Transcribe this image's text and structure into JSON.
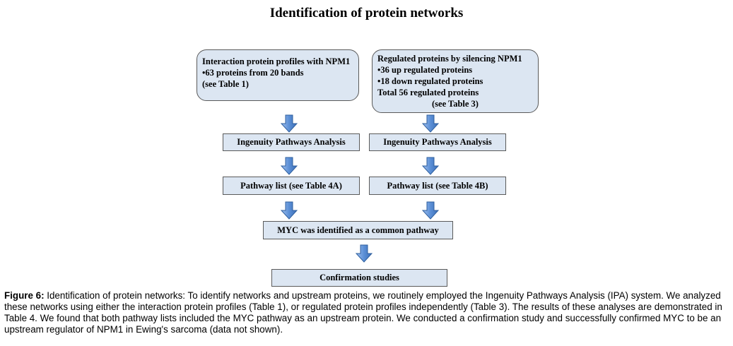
{
  "title": "Identification of protein networks",
  "left_profile": {
    "lines": [
      "Interaction protein profiles with NPM1",
      "•63 proteins from 20 bands",
      "(see Table 1)"
    ]
  },
  "right_profile": {
    "lines": [
      "Regulated proteins by silencing  NPM1",
      "•36 up regulated proteins",
      "•18 down regulated proteins",
      "Total 56 regulated proteins",
      "(see Table 3)"
    ]
  },
  "left_ipa": "Ingenuity Pathways Analysis",
  "right_ipa": "Ingenuity Pathways Analysis",
  "left_pathway": "Pathway list  (see Table 4A)",
  "right_pathway": "Pathway list  (see Table 4B)",
  "common": "MYC was identified as a common pathway",
  "confirmation": "Confirmation studies",
  "caption": {
    "label": "Figure 6:",
    "text": " Identification of protein networks: To identify networks and upstream proteins, we routinely employed the Ingenuity Pathways Analysis (IPA) system. We analyzed these networks using either the interaction protein profiles (Table 1), or regulated protein profiles independently (Table 3). The results of these analyses are demonstrated in Table 4. We found that both pathway lists included the MYC pathway as an upstream protein. We conducted a confirmation study and successfully confirmed MYC to be an upstream regulator of NPM1 in Ewing's sarcoma (data not shown)."
  },
  "colors": {
    "box_fill": "#dce6f2",
    "box_border": "#5a5a5a",
    "arrow_fill": "#5b8fd6",
    "arrow_stroke": "#2f5f9e"
  }
}
